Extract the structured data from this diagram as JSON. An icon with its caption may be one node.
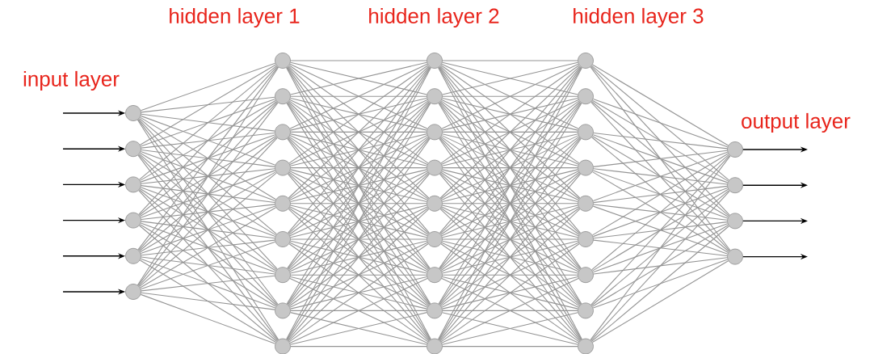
{
  "diagram": {
    "nodes": [
      {
        "text": [],
        "shape": "circle"
      },
      {
        "text": [],
        "shape": "circle"
      },
      {
        "text": [],
        "shape": "circle"
      },
      {
        "text": [],
        "shape": "circle"
      },
      {
        "text": [],
        "shape": "circle"
      },
      {
        "text": [],
        "shape": "circle"
      },
      {
        "text": [],
        "shape": "circle"
      },
      {
        "text": [],
        "shape": "circle"
      },
      {
        "text": [],
        "shape": "circle"
      },
      {
        "text": [],
        "shape": "circle"
      },
      {
        "text": [],
        "shape": "circle"
      },
      {
        "text": [],
        "shape": "circle"
      },
      {
        "text": [],
        "shape": "circle"
      },
      {
        "text": [],
        "shape": "circle"
      },
      {
        "text": [],
        "shape": "circle"
      },
      {
        "text": [],
        "shape": "circle"
      },
      {
        "text": [],
        "shape": "circle"
      },
      {
        "text": [],
        "shape": "circle"
      },
      {
        "text": [],
        "shape": "circle"
      },
      {
        "text": [],
        "shape": "circle"
      },
      {
        "text": [],
        "shape": "circle"
      },
      {
        "text": [],
        "shape": "circle"
      },
      {
        "text": [],
        "shape": "circle"
      },
      {
        "text": [],
        "shape": "circle"
      },
      {
        "text": [],
        "shape": "circle"
      },
      {
        "text": [],
        "shape": "circle"
      },
      {
        "text": [],
        "shape": "circle"
      },
      {
        "text": [],
        "shape": "circle"
      },
      {
        "text": [],
        "shape": "circle"
      },
      {
        "text": [],
        "shape": "circle"
      },
      {
        "text": [],
        "shape": "circle"
      },
      {
        "text": [],
        "shape": "circle"
      },
      {
        "text": [],
        "shape": "circle"
      },
      {
        "text": [],
        "shape": "circle"
      },
      {
        "text": [],
        "shape": "circle"
      },
      {
        "text": [],
        "shape": "circle"
      },
      {
        "text": [],
        "shape": "circle"
      }
    ],
    "edges": [
      {
        "from": null,
        "to": 0,
        "arrow": "to",
        "color": "#000000"
      },
      {
        "from": null,
        "to": 1,
        "arrow": "to",
        "color": "#000000"
      },
      {
        "from": null,
        "to": 2,
        "arrow": "to",
        "color": "#000000"
      },
      {
        "from": null,
        "to": 3,
        "arrow": "to",
        "color": "#000000"
      },
      {
        "from": null,
        "to": 4,
        "arrow": "to",
        "color": "#000000"
      },
      {
        "from": null,
        "to": 5,
        "arrow": "to",
        "color": "#000000"
      },
      {
        "from": 0,
        "to": 6,
        "arrow": "none"
      },
      {
        "from": 0,
        "to": 7,
        "arrow": "none"
      },
      {
        "from": 0,
        "to": 8,
        "arrow": "none"
      },
      {
        "from": 0,
        "to": 9,
        "arrow": "none"
      },
      {
        "from": 0,
        "to": 10,
        "arrow": "none"
      },
      {
        "from": 0,
        "to": 11,
        "arrow": "none"
      },
      {
        "from": 0,
        "to": 12,
        "arrow": "none"
      },
      {
        "from": 0,
        "to": 13,
        "arrow": "none"
      },
      {
        "from": 0,
        "to": 14,
        "arrow": "none"
      },
      {
        "from": 1,
        "to": 6,
        "arrow": "none"
      },
      {
        "from": 1,
        "to": 7,
        "arrow": "none"
      },
      {
        "from": 1,
        "to": 8,
        "arrow": "none"
      },
      {
        "from": 1,
        "to": 9,
        "arrow": "none"
      },
      {
        "from": 1,
        "to": 10,
        "arrow": "none"
      },
      {
        "from": 1,
        "to": 11,
        "arrow": "none"
      },
      {
        "from": 1,
        "to": 12,
        "arrow": "none"
      },
      {
        "from": 1,
        "to": 13,
        "arrow": "none"
      },
      {
        "from": 1,
        "to": 14,
        "arrow": "none"
      },
      {
        "from": 2,
        "to": 6,
        "arrow": "none"
      },
      {
        "from": 2,
        "to": 7,
        "arrow": "none"
      },
      {
        "from": 2,
        "to": 8,
        "arrow": "none"
      },
      {
        "from": 2,
        "to": 9,
        "arrow": "none"
      },
      {
        "from": 2,
        "to": 10,
        "arrow": "none"
      },
      {
        "from": 2,
        "to": 11,
        "arrow": "none"
      },
      {
        "from": 2,
        "to": 12,
        "arrow": "none"
      },
      {
        "from": 2,
        "to": 13,
        "arrow": "none"
      },
      {
        "from": 2,
        "to": 14,
        "arrow": "none"
      },
      {
        "from": 3,
        "to": 6,
        "arrow": "none"
      },
      {
        "from": 3,
        "to": 7,
        "arrow": "none"
      },
      {
        "from": 3,
        "to": 8,
        "arrow": "none"
      },
      {
        "from": 3,
        "to": 9,
        "arrow": "none"
      },
      {
        "from": 3,
        "to": 10,
        "arrow": "none"
      },
      {
        "from": 3,
        "to": 11,
        "arrow": "none"
      },
      {
        "from": 3,
        "to": 12,
        "arrow": "none"
      },
      {
        "from": 3,
        "to": 13,
        "arrow": "none"
      },
      {
        "from": 3,
        "to": 14,
        "arrow": "none"
      },
      {
        "from": 4,
        "to": 6,
        "arrow": "none"
      },
      {
        "from": 4,
        "to": 7,
        "arrow": "none"
      },
      {
        "from": 4,
        "to": 8,
        "arrow": "none"
      },
      {
        "from": 4,
        "to": 9,
        "arrow": "none"
      },
      {
        "from": 4,
        "to": 10,
        "arrow": "none"
      },
      {
        "from": 4,
        "to": 11,
        "arrow": "none"
      },
      {
        "from": 4,
        "to": 12,
        "arrow": "none"
      },
      {
        "from": 4,
        "to": 13,
        "arrow": "none"
      },
      {
        "from": 4,
        "to": 14,
        "arrow": "none"
      },
      {
        "from": 5,
        "to": 6,
        "arrow": "none"
      },
      {
        "from": 5,
        "to": 7,
        "arrow": "none"
      },
      {
        "from": 5,
        "to": 8,
        "arrow": "none"
      },
      {
        "from": 5,
        "to": 9,
        "arrow": "none"
      },
      {
        "from": 5,
        "to": 10,
        "arrow": "none"
      },
      {
        "from": 5,
        "to": 11,
        "arrow": "none"
      },
      {
        "from": 5,
        "to": 12,
        "arrow": "none"
      },
      {
        "from": 5,
        "to": 13,
        "arrow": "none"
      },
      {
        "from": 5,
        "to": 14,
        "arrow": "none"
      },
      {
        "from": 6,
        "to": 15,
        "arrow": "none"
      },
      {
        "from": 6,
        "to": 16,
        "arrow": "none"
      },
      {
        "from": 6,
        "to": 17,
        "arrow": "none"
      },
      {
        "from": 6,
        "to": 18,
        "arrow": "none"
      },
      {
        "from": 6,
        "to": 19,
        "arrow": "none"
      },
      {
        "from": 6,
        "to": 20,
        "arrow": "none"
      },
      {
        "from": 6,
        "to": 21,
        "arrow": "none"
      },
      {
        "from": 6,
        "to": 22,
        "arrow": "none"
      },
      {
        "from": 6,
        "to": 23,
        "arrow": "none"
      },
      {
        "from": 7,
        "to": 15,
        "arrow": "none"
      },
      {
        "from": 7,
        "to": 16,
        "arrow": "none"
      },
      {
        "from": 7,
        "to": 17,
        "arrow": "none"
      },
      {
        "from": 7,
        "to": 18,
        "arrow": "none"
      },
      {
        "from": 7,
        "to": 19,
        "arrow": "none"
      },
      {
        "from": 7,
        "to": 20,
        "arrow": "none"
      },
      {
        "from": 7,
        "to": 21,
        "arrow": "none"
      },
      {
        "from": 7,
        "to": 22,
        "arrow": "none"
      },
      {
        "from": 7,
        "to": 23,
        "arrow": "none"
      },
      {
        "from": 8,
        "to": 15,
        "arrow": "none"
      },
      {
        "from": 8,
        "to": 16,
        "arrow": "none"
      },
      {
        "from": 8,
        "to": 17,
        "arrow": "none"
      },
      {
        "from": 8,
        "to": 18,
        "arrow": "none"
      },
      {
        "from": 8,
        "to": 19,
        "arrow": "none"
      },
      {
        "from": 8,
        "to": 20,
        "arrow": "none"
      },
      {
        "from": 8,
        "to": 21,
        "arrow": "none"
      },
      {
        "from": 8,
        "to": 22,
        "arrow": "none"
      },
      {
        "from": 8,
        "to": 23,
        "arrow": "none"
      },
      {
        "from": 9,
        "to": 15,
        "arrow": "none"
      },
      {
        "from": 9,
        "to": 16,
        "arrow": "none"
      },
      {
        "from": 9,
        "to": 17,
        "arrow": "none"
      },
      {
        "from": 9,
        "to": 18,
        "arrow": "none"
      },
      {
        "from": 9,
        "to": 19,
        "arrow": "none"
      },
      {
        "from": 9,
        "to": 20,
        "arrow": "none"
      },
      {
        "from": 9,
        "to": 21,
        "arrow": "none"
      },
      {
        "from": 9,
        "to": 22,
        "arrow": "none"
      },
      {
        "from": 9,
        "to": 23,
        "arrow": "none"
      },
      {
        "from": 10,
        "to": 15,
        "arrow": "none"
      },
      {
        "from": 10,
        "to": 16,
        "arrow": "none"
      },
      {
        "from": 10,
        "to": 17,
        "arrow": "none"
      },
      {
        "from": 10,
        "to": 18,
        "arrow": "none"
      },
      {
        "from": 10,
        "to": 19,
        "arrow": "none"
      },
      {
        "from": 10,
        "to": 20,
        "arrow": "none"
      },
      {
        "from": 10,
        "to": 21,
        "arrow": "none"
      },
      {
        "from": 10,
        "to": 22,
        "arrow": "none"
      },
      {
        "from": 10,
        "to": 23,
        "arrow": "none"
      },
      {
        "from": 11,
        "to": 15,
        "arrow": "none"
      },
      {
        "from": 11,
        "to": 16,
        "arrow": "none"
      },
      {
        "from": 11,
        "to": 17,
        "arrow": "none"
      },
      {
        "from": 11,
        "to": 18,
        "arrow": "none"
      },
      {
        "from": 11,
        "to": 19,
        "arrow": "none"
      },
      {
        "from": 11,
        "to": 20,
        "arrow": "none"
      },
      {
        "from": 11,
        "to": 21,
        "arrow": "none"
      },
      {
        "from": 11,
        "to": 22,
        "arrow": "none"
      },
      {
        "from": 11,
        "to": 23,
        "arrow": "none"
      },
      {
        "from": 12,
        "to": 15,
        "arrow": "none"
      },
      {
        "from": 12,
        "to": 16,
        "arrow": "none"
      },
      {
        "from": 12,
        "to": 17,
        "arrow": "none"
      },
      {
        "from": 12,
        "to": 18,
        "arrow": "none"
      },
      {
        "from": 12,
        "to": 19,
        "arrow": "none"
      },
      {
        "from": 12,
        "to": 20,
        "arrow": "none"
      },
      {
        "from": 12,
        "to": 21,
        "arrow": "none"
      },
      {
        "from": 12,
        "to": 22,
        "arrow": "none"
      },
      {
        "from": 12,
        "to": 23,
        "arrow": "none"
      },
      {
        "from": 13,
        "to": 15,
        "arrow": "none"
      },
      {
        "from": 13,
        "to": 16,
        "arrow": "none"
      },
      {
        "from": 13,
        "to": 17,
        "arrow": "none"
      },
      {
        "from": 13,
        "to": 18,
        "arrow": "none"
      },
      {
        "from": 13,
        "to": 19,
        "arrow": "none"
      },
      {
        "from": 13,
        "to": 20,
        "arrow": "none"
      },
      {
        "from": 13,
        "to": 21,
        "arrow": "none"
      },
      {
        "from": 13,
        "to": 22,
        "arrow": "none"
      },
      {
        "from": 13,
        "to": 23,
        "arrow": "none"
      },
      {
        "from": 14,
        "to": 15,
        "arrow": "none"
      },
      {
        "from": 14,
        "to": 16,
        "arrow": "none"
      },
      {
        "from": 14,
        "to": 17,
        "arrow": "none"
      },
      {
        "from": 14,
        "to": 18,
        "arrow": "none"
      },
      {
        "from": 14,
        "to": 19,
        "arrow": "none"
      },
      {
        "from": 14,
        "to": 20,
        "arrow": "none"
      },
      {
        "from": 14,
        "to": 21,
        "arrow": "none"
      },
      {
        "from": 14,
        "to": 22,
        "arrow": "none"
      },
      {
        "from": 14,
        "to": 23,
        "arrow": "none"
      },
      {
        "from": 15,
        "to": 24,
        "arrow": "none"
      },
      {
        "from": 15,
        "to": 25,
        "arrow": "none"
      },
      {
        "from": 15,
        "to": 26,
        "arrow": "none"
      },
      {
        "from": 15,
        "to": 27,
        "arrow": "none"
      },
      {
        "from": 15,
        "to": 28,
        "arrow": "none"
      },
      {
        "from": 15,
        "to": 29,
        "arrow": "none"
      },
      {
        "from": 15,
        "to": 30,
        "arrow": "none"
      },
      {
        "from": 15,
        "to": 31,
        "arrow": "none"
      },
      {
        "from": 15,
        "to": 32,
        "arrow": "none"
      },
      {
        "from": 16,
        "to": 24,
        "arrow": "none"
      },
      {
        "from": 16,
        "to": 25,
        "arrow": "none"
      },
      {
        "from": 16,
        "to": 26,
        "arrow": "none"
      },
      {
        "from": 16,
        "to": 27,
        "arrow": "none"
      },
      {
        "from": 16,
        "to": 28,
        "arrow": "none"
      },
      {
        "from": 16,
        "to": 29,
        "arrow": "none"
      },
      {
        "from": 16,
        "to": 30,
        "arrow": "none"
      },
      {
        "from": 16,
        "to": 31,
        "arrow": "none"
      },
      {
        "from": 16,
        "to": 32,
        "arrow": "none"
      },
      {
        "from": 17,
        "to": 24,
        "arrow": "none"
      },
      {
        "from": 17,
        "to": 25,
        "arrow": "none"
      },
      {
        "from": 17,
        "to": 26,
        "arrow": "none"
      },
      {
        "from": 17,
        "to": 27,
        "arrow": "none"
      },
      {
        "from": 17,
        "to": 28,
        "arrow": "none"
      },
      {
        "from": 17,
        "to": 29,
        "arrow": "none"
      },
      {
        "from": 17,
        "to": 30,
        "arrow": "none"
      },
      {
        "from": 17,
        "to": 31,
        "arrow": "none"
      },
      {
        "from": 17,
        "to": 32,
        "arrow": "none"
      },
      {
        "from": 18,
        "to": 24,
        "arrow": "none"
      },
      {
        "from": 18,
        "to": 25,
        "arrow": "none"
      },
      {
        "from": 18,
        "to": 26,
        "arrow": "none"
      },
      {
        "from": 18,
        "to": 27,
        "arrow": "none"
      },
      {
        "from": 18,
        "to": 28,
        "arrow": "none"
      },
      {
        "from": 18,
        "to": 29,
        "arrow": "none"
      },
      {
        "from": 18,
        "to": 30,
        "arrow": "none"
      },
      {
        "from": 18,
        "to": 31,
        "arrow": "none"
      },
      {
        "from": 18,
        "to": 32,
        "arrow": "none"
      },
      {
        "from": 19,
        "to": 24,
        "arrow": "none"
      },
      {
        "from": 19,
        "to": 25,
        "arrow": "none"
      },
      {
        "from": 19,
        "to": 26,
        "arrow": "none"
      },
      {
        "from": 19,
        "to": 27,
        "arrow": "none"
      },
      {
        "from": 19,
        "to": 28,
        "arrow": "none"
      },
      {
        "from": 19,
        "to": 29,
        "arrow": "none"
      },
      {
        "from": 19,
        "to": 30,
        "arrow": "none"
      },
      {
        "from": 19,
        "to": 31,
        "arrow": "none"
      },
      {
        "from": 19,
        "to": 32,
        "arrow": "none"
      },
      {
        "from": 20,
        "to": 24,
        "arrow": "none"
      },
      {
        "from": 20,
        "to": 25,
        "arrow": "none"
      },
      {
        "from": 20,
        "to": 26,
        "arrow": "none"
      },
      {
        "from": 20,
        "to": 27,
        "arrow": "none"
      },
      {
        "from": 20,
        "to": 28,
        "arrow": "none"
      },
      {
        "from": 20,
        "to": 29,
        "arrow": "none"
      },
      {
        "from": 20,
        "to": 30,
        "arrow": "none"
      },
      {
        "from": 20,
        "to": 31,
        "arrow": "none"
      },
      {
        "from": 20,
        "to": 32,
        "arrow": "none"
      },
      {
        "from": 21,
        "to": 24,
        "arrow": "none"
      },
      {
        "from": 21,
        "to": 25,
        "arrow": "none"
      },
      {
        "from": 21,
        "to": 26,
        "arrow": "none"
      },
      {
        "from": 21,
        "to": 27,
        "arrow": "none"
      },
      {
        "from": 21,
        "to": 28,
        "arrow": "none"
      },
      {
        "from": 21,
        "to": 29,
        "arrow": "none"
      },
      {
        "from": 21,
        "to": 30,
        "arrow": "none"
      },
      {
        "from": 21,
        "to": 31,
        "arrow": "none"
      },
      {
        "from": 21,
        "to": 32,
        "arrow": "none"
      },
      {
        "from": 22,
        "to": 24,
        "arrow": "none"
      },
      {
        "from": 22,
        "to": 25,
        "arrow": "none"
      },
      {
        "from": 22,
        "to": 26,
        "arrow": "none"
      },
      {
        "from": 22,
        "to": 27,
        "arrow": "none"
      },
      {
        "from": 22,
        "to": 28,
        "arrow": "none"
      },
      {
        "from": 22,
        "to": 29,
        "arrow": "none"
      },
      {
        "from": 22,
        "to": 30,
        "arrow": "none"
      },
      {
        "from": 22,
        "to": 31,
        "arrow": "none"
      },
      {
        "from": 22,
        "to": 32,
        "arrow": "none"
      },
      {
        "from": 23,
        "to": 24,
        "arrow": "none"
      },
      {
        "from": 23,
        "to": 25,
        "arrow": "none"
      },
      {
        "from": 23,
        "to": 26,
        "arrow": "none"
      },
      {
        "from": 23,
        "to": 27,
        "arrow": "none"
      },
      {
        "from": 23,
        "to": 28,
        "arrow": "none"
      },
      {
        "from": 23,
        "to": 29,
        "arrow": "none"
      },
      {
        "from": 23,
        "to": 30,
        "arrow": "none"
      },
      {
        "from": 23,
        "to": 31,
        "arrow": "none"
      },
      {
        "from": 23,
        "to": 32,
        "arrow": "none"
      },
      {
        "from": 24,
        "to": 33,
        "arrow": "none"
      },
      {
        "from": 24,
        "to": 34,
        "arrow": "none"
      },
      {
        "from": 24,
        "to": 35,
        "arrow": "none"
      },
      {
        "from": 24,
        "to": 36,
        "arrow": "none"
      },
      {
        "from": 25,
        "to": 33,
        "arrow": "none"
      },
      {
        "from": 25,
        "to": 34,
        "arrow": "none"
      },
      {
        "from": 25,
        "to": 35,
        "arrow": "none"
      },
      {
        "from": 25,
        "to": 36,
        "arrow": "none"
      },
      {
        "from": 26,
        "to": 33,
        "arrow": "none"
      },
      {
        "from": 26,
        "to": 34,
        "arrow": "none"
      },
      {
        "from": 26,
        "to": 35,
        "arrow": "none"
      },
      {
        "from": 26,
        "to": 36,
        "arrow": "none"
      },
      {
        "from": 27,
        "to": 33,
        "arrow": "none"
      },
      {
        "from": 27,
        "to": 34,
        "arrow": "none"
      },
      {
        "from": 27,
        "to": 35,
        "arrow": "none"
      },
      {
        "from": 27,
        "to": 36,
        "arrow": "none"
      },
      {
        "from": 28,
        "to": 33,
        "arrow": "none"
      },
      {
        "from": 28,
        "to": 34,
        "arrow": "none"
      },
      {
        "from": 28,
        "to": 35,
        "arrow": "none"
      },
      {
        "from": 28,
        "to": 36,
        "arrow": "none"
      },
      {
        "from": 29,
        "to": 33,
        "arrow": "none"
      },
      {
        "from": 29,
        "to": 34,
        "arrow": "none"
      },
      {
        "from": 29,
        "to": 35,
        "arrow": "none"
      },
      {
        "from": 29,
        "to": 36,
        "arrow": "none"
      },
      {
        "from": 30,
        "to": 33,
        "arrow": "none"
      },
      {
        "from": 30,
        "to": 34,
        "arrow": "none"
      },
      {
        "from": 30,
        "to": 35,
        "arrow": "none"
      },
      {
        "from": 30,
        "to": 36,
        "arrow": "none"
      },
      {
        "from": 31,
        "to": 33,
        "arrow": "none"
      },
      {
        "from": 31,
        "to": 34,
        "arrow": "none"
      },
      {
        "from": 31,
        "to": 35,
        "arrow": "none"
      },
      {
        "from": 31,
        "to": 36,
        "arrow": "none"
      },
      {
        "from": 32,
        "to": 33,
        "arrow": "none"
      },
      {
        "from": 32,
        "to": 34,
        "arrow": "none"
      },
      {
        "from": 32,
        "to": 35,
        "arrow": "none"
      },
      {
        "from": 32,
        "to": 36,
        "arrow": "none"
      },
      {
        "from": 33,
        "to": null,
        "arrow": "to",
        "color": "#000000"
      },
      {
        "from": 34,
        "to": null,
        "arrow": "to",
        "color": "#000000"
      },
      {
        "from": 35,
        "to": null,
        "arrow": "to",
        "color": "#000000"
      },
      {
        "from": 36,
        "to": null,
        "arrow": "to",
        "color": "#000000"
      }
    ],
    "labels": [
      "hidden layer 1",
      "hidden layer 2",
      "hidden layer 3",
      "input layer",
      "output layer"
    ]
  }
}
